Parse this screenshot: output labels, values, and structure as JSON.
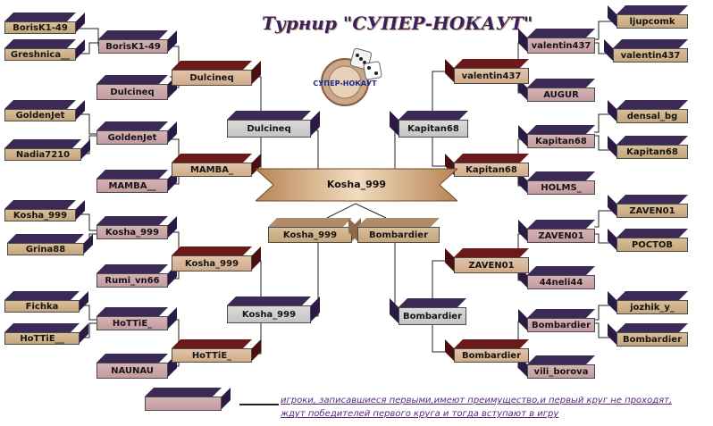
{
  "title": "Турнир \"СУПЕР-НОКАУТ\"",
  "logo_text": "СУПЕР-НОКАУТ",
  "left": {
    "entrants": [
      "BorisK1-49",
      "Greshnica__",
      "GoldenJet",
      "Nadia7210",
      "Kosha_999",
      "Grina88",
      "Fichka",
      "HoTTiE__"
    ],
    "round1": [
      "BorisK1-49",
      "Dulcineq",
      "GoldenJet",
      "MAMBA__",
      "Kosha_999",
      "Rumi_vn66",
      "HoTTiE_",
      "NAUNAU"
    ],
    "round2": [
      "Dulcineq",
      "MAMBA_",
      "Kosha_999",
      "HoTTiE_"
    ],
    "round3": [
      "Dulcineq",
      "Kosha_999"
    ],
    "semifinal": "Kosha_999"
  },
  "right": {
    "entrants": [
      "ljupcomk",
      "valentin437",
      "densal_bg",
      "Kapitan68",
      "ZAVEN01",
      "РОСТОВ",
      "jozhik_y_",
      "Bombardier"
    ],
    "round1": [
      "valentin437",
      "AUGUR",
      "Kapitan68",
      "HOLMS_",
      "ZAVEN01",
      "44neli44",
      "Bombardier",
      "vili_borova"
    ],
    "round2": [
      "valentin437",
      "Kapitan68",
      "ZAVEN01",
      "Bombardier"
    ],
    "round3": [
      "Kapitan68",
      "Bombardier"
    ],
    "semifinal": "Bombardier"
  },
  "final": "Kosha_999",
  "legend": {
    "line1": "игроки, записавшиеся первыми,имеют преимущество,и первый круг не проходят,",
    "line2": "ждут победителей первого круга и тогда вступают в игру"
  }
}
